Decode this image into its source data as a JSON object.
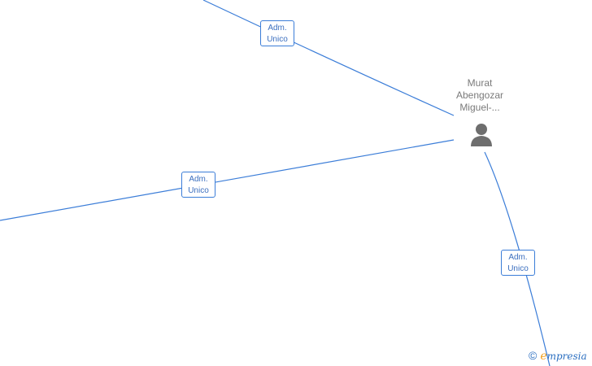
{
  "node": {
    "name_lines": [
      "Murat",
      "Abengozar",
      "Miguel-..."
    ],
    "icon": "person-icon"
  },
  "edges": [
    {
      "label_lines": [
        "Adm.",
        "Unico"
      ]
    },
    {
      "label_lines": [
        "Adm.",
        "Unico"
      ]
    },
    {
      "label_lines": [
        "Adm.",
        "Unico"
      ]
    }
  ],
  "watermark": {
    "copyright_symbol": "©",
    "brand_initial": "e",
    "brand_rest": "mpresia"
  },
  "colors": {
    "edge": "#3b7dd8",
    "label_text": "#3b6fbf",
    "node_text": "#7a7a7a",
    "icon": "#6e6e6e",
    "brand_orange": "#f0a020"
  }
}
